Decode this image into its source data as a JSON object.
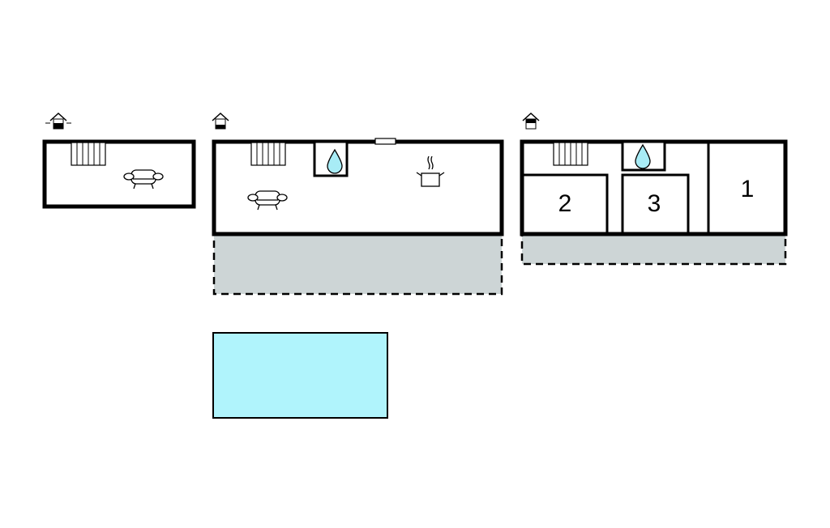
{
  "colors": {
    "wall": "#000000",
    "terrace": "#cdd5d6",
    "pool": "#b0f4fc",
    "water": "#a8ecf6"
  },
  "floors": [
    {
      "name": "basement",
      "icon": "level-basement-icon"
    },
    {
      "name": "ground-floor",
      "icon": "level-ground-icon"
    },
    {
      "name": "first-floor",
      "icon": "level-upper-icon"
    }
  ],
  "rooms": {
    "room_1": "1",
    "room_2": "2",
    "room_3": "3"
  }
}
